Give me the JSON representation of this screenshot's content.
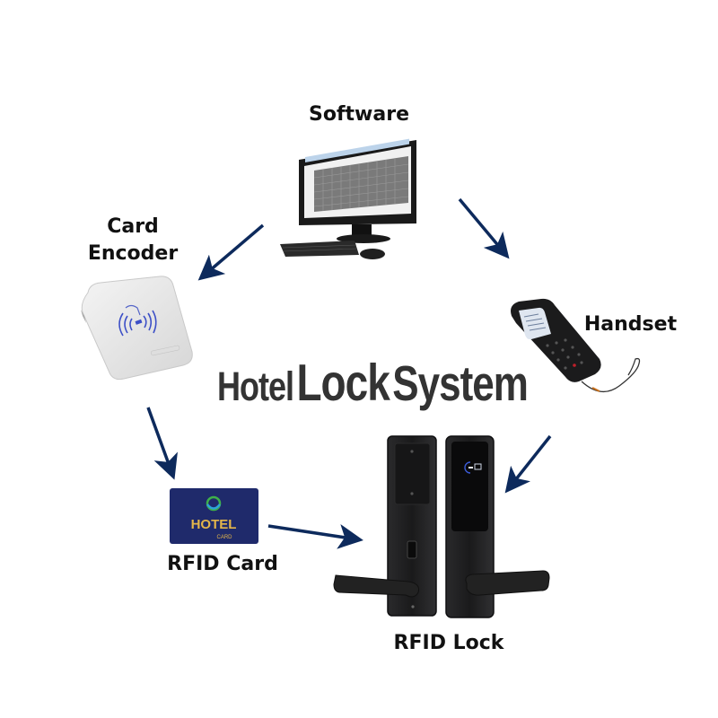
{
  "title": {
    "word1": "Hotel",
    "word2": "Lock",
    "word3": "System"
  },
  "nodes": {
    "software": {
      "label": "Software",
      "icon": "desktop-computer-icon"
    },
    "encoder": {
      "label_line1": "Card",
      "label_line2": "Encoder",
      "icon": "card-encoder-device-icon"
    },
    "handset": {
      "label": "Handset",
      "icon": "handheld-terminal-icon"
    },
    "card": {
      "label": "RFID Card",
      "icon": "hotel-keycard-icon",
      "card_text": "HOTEL",
      "card_subtext": "CARD"
    },
    "lock": {
      "label": "RFID Lock",
      "icon": "door-lock-icon"
    }
  },
  "edges": [
    {
      "from": "Software",
      "to": "Card Encoder"
    },
    {
      "from": "Software",
      "to": "Handset"
    },
    {
      "from": "Card Encoder",
      "to": "RFID Card"
    },
    {
      "from": "RFID Card",
      "to": "RFID Lock"
    },
    {
      "from": "Handset",
      "to": "RFID Lock"
    }
  ],
  "colors": {
    "arrow": "#0d2a5c",
    "card_bg": "#1f2a6b",
    "card_text": "#e3b54a",
    "lock_body": "#1c1c1e",
    "title_text": "#333333"
  }
}
